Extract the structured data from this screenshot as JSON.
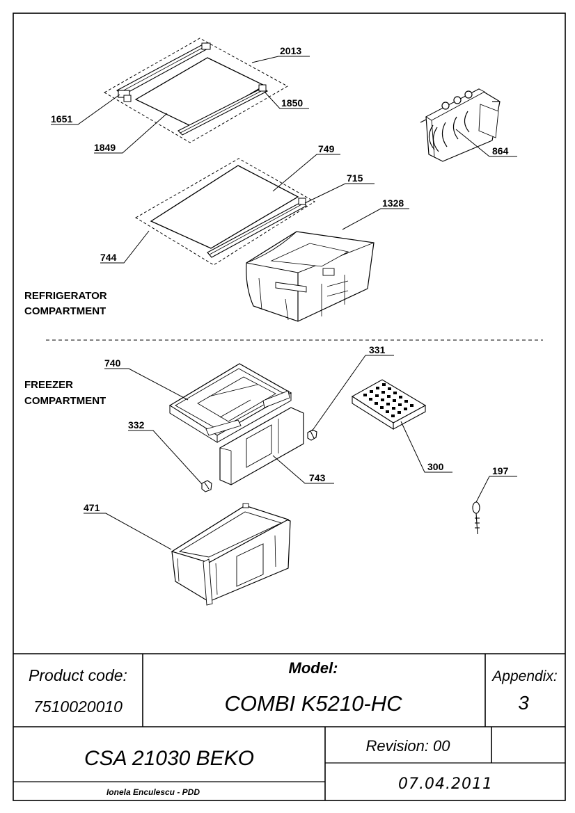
{
  "diagram": {
    "sections": {
      "refrigerator": [
        "REFRIGERATOR",
        "COMPARTMENT"
      ],
      "freezer": [
        "FREEZER",
        "COMPARTMENT"
      ]
    },
    "parts": {
      "p2013": "2013",
      "p1651": "1651",
      "p1850": "1850",
      "p1849": "1849",
      "p864": "864",
      "p749": "749",
      "p715": "715",
      "p1328": "1328",
      "p744": "744",
      "p331": "331",
      "p740": "740",
      "p332": "332",
      "p300": "300",
      "p743": "743",
      "p197": "197",
      "p471": "471"
    }
  },
  "title_block": {
    "product_code_label": "Product code:",
    "product_code": "7510020010",
    "model_label": "Model:",
    "model": "COMBI K5210-HC",
    "appendix_label": "Appendix:",
    "appendix": "3",
    "document": "CSA 21030 BEKO",
    "revision": "Revision: 00",
    "author": "Ionela Enculescu - PDD",
    "date": "07.04.2011"
  }
}
